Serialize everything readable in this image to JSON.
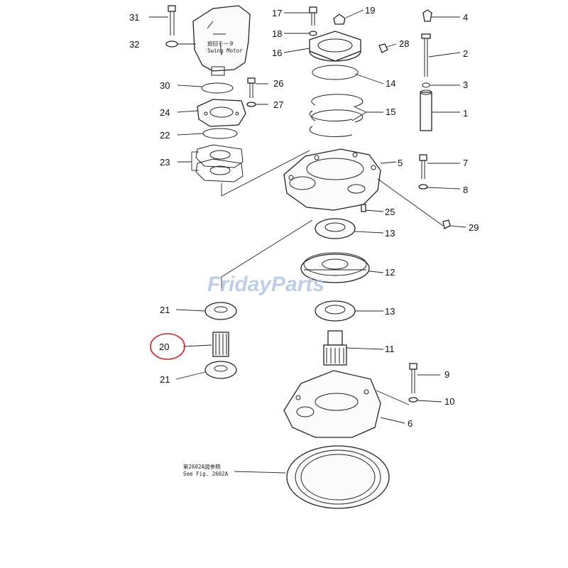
{
  "callouts": [
    {
      "number": "1"
    },
    {
      "number": "2"
    },
    {
      "number": "3"
    },
    {
      "number": "4"
    },
    {
      "number": "5"
    },
    {
      "number": "6"
    },
    {
      "number": "7"
    },
    {
      "number": "8"
    },
    {
      "number": "9"
    },
    {
      "number": "10"
    },
    {
      "number": "11"
    },
    {
      "number": "12"
    },
    {
      "number": "13"
    },
    {
      "number": "13"
    },
    {
      "number": "14"
    },
    {
      "number": "15"
    },
    {
      "number": "16"
    },
    {
      "number": "17"
    },
    {
      "number": "18"
    },
    {
      "number": "19"
    },
    {
      "number": "20"
    },
    {
      "number": "21"
    },
    {
      "number": "21"
    },
    {
      "number": "22"
    },
    {
      "number": "23"
    },
    {
      "number": "24"
    },
    {
      "number": "25"
    },
    {
      "number": "26"
    },
    {
      "number": "27"
    },
    {
      "number": "28"
    },
    {
      "number": "29"
    },
    {
      "number": "30"
    },
    {
      "number": "31"
    },
    {
      "number": "32"
    }
  ],
  "highlight": {
    "number": "20",
    "color": "#cc2222"
  },
  "motor_label": {
    "line1": "旋回モータ",
    "line2": "Swing Motor"
  },
  "reference_note": {
    "line1": "第2602A図参照",
    "line2": "See Fig. 2602A"
  },
  "watermark": {
    "text": "FridayParts",
    "color": "#a9bee0"
  }
}
